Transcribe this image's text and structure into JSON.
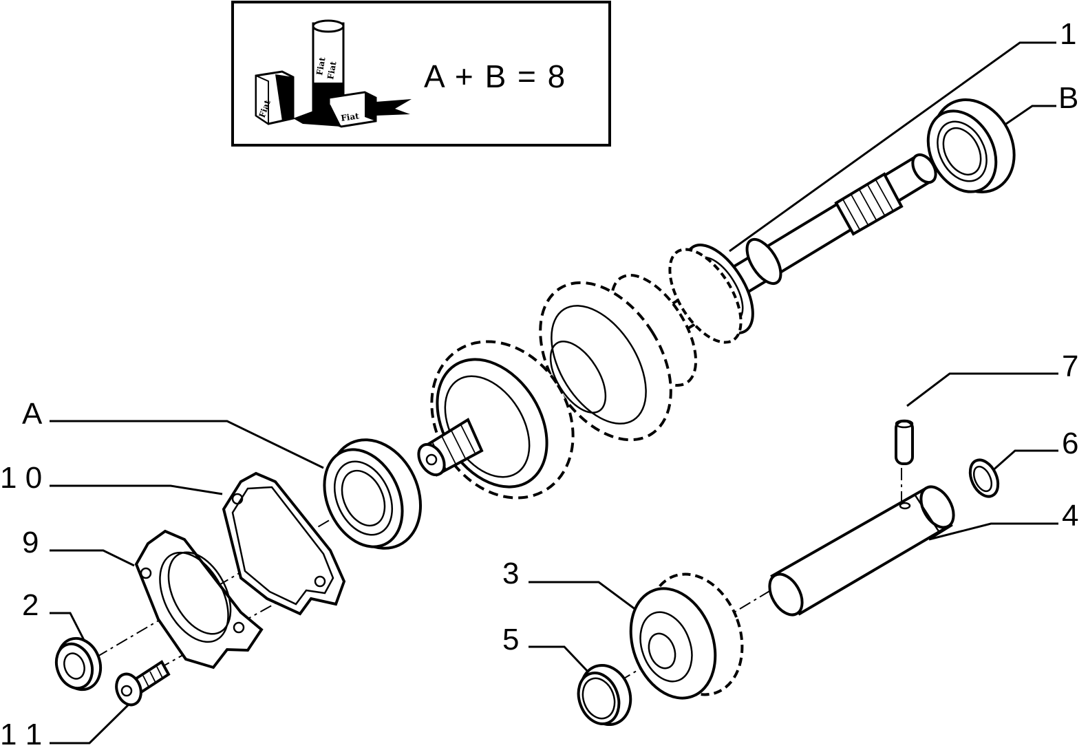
{
  "legend_box": {
    "equation": "A + B = 8",
    "brand_labels": [
      "Fiat",
      "Fiat",
      "Fiat",
      "Fiat"
    ],
    "icon": "lubricant-tubes-icon"
  },
  "callouts": {
    "c1": "1",
    "cB": "B",
    "cA": "A",
    "c10": "1 0",
    "c9": "9",
    "c2": "2",
    "c11": "1 1",
    "c7": "7",
    "c6": "6",
    "c4": "4",
    "c3": "3",
    "c5": "5"
  }
}
